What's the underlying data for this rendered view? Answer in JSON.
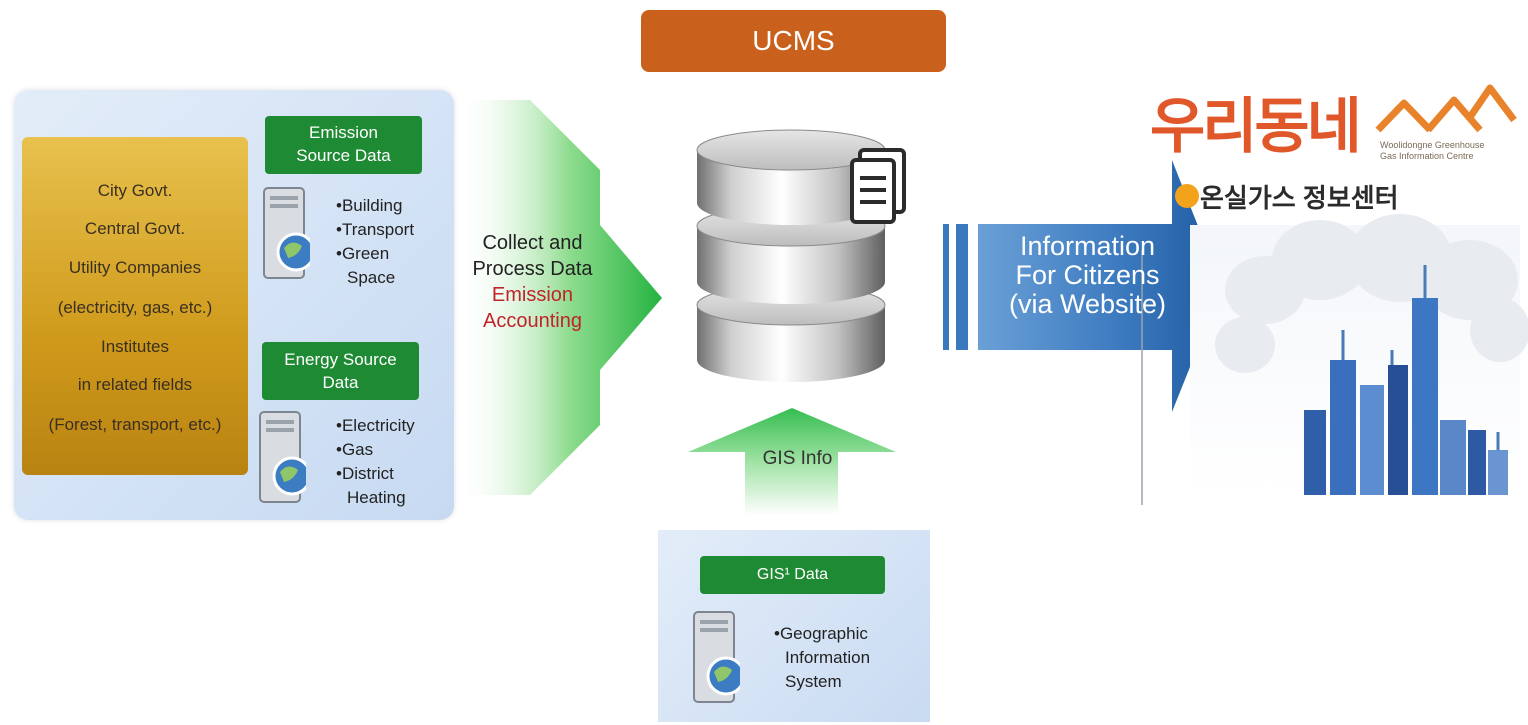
{
  "header": {
    "title": "UCMS"
  },
  "sources": {
    "providers": [
      "City Govt.",
      "Central Govt.",
      "Utility Companies",
      "(electricity, gas, etc.)",
      "Institutes",
      "in related fields",
      "(Forest, transport, etc.)"
    ],
    "emission": {
      "label_line1": "Emission",
      "label_line2": "Source Data",
      "items": [
        "Building",
        "Transport",
        "Green",
        "Space"
      ]
    },
    "energy": {
      "label_line1": "Energy Source",
      "label_line2": "Data",
      "items": [
        "Electricity",
        "Gas",
        "District",
        "Heating"
      ]
    }
  },
  "process": {
    "line1": "Collect and",
    "line2": "Process Data",
    "line3": "Emission",
    "line4": "Accounting"
  },
  "gis": {
    "arrow_label": "GIS Info",
    "label": "GIS¹ Data",
    "items": [
      "Geographic",
      "Information",
      "System"
    ]
  },
  "output": {
    "line1": "Information",
    "line2": "For Citizens",
    "line3": "(via Website)"
  },
  "logo": {
    "brand_text": "우리동네",
    "sub_line1": "Woolidongne Greenhouse",
    "sub_line2": "Gas Information Centre",
    "center_text": "온실가스 정보센터"
  },
  "colors": {
    "ucms_orange": "#c9601b",
    "label_green": "#1f8a34",
    "arrow_green": "#3fbf55",
    "arrow_blue": "#2e6db0",
    "gold": "#d6a328",
    "red_text": "#c0242a"
  }
}
